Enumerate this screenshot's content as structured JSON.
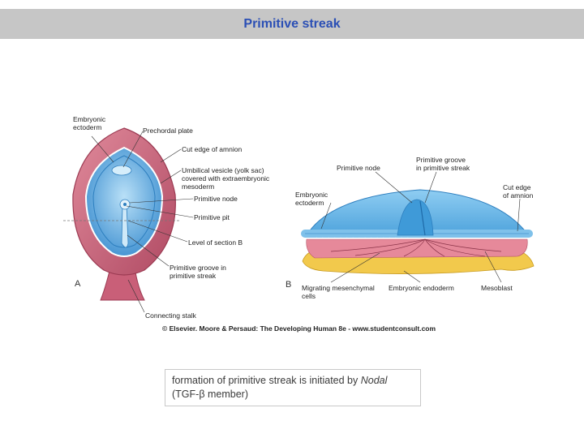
{
  "header": {
    "title": "Primitive streak"
  },
  "figure": {
    "panel_a": {
      "letter": "A",
      "labels": {
        "embryonic_ectoderm_1": "Embryonic",
        "embryonic_ectoderm_2": "ectoderm",
        "prechordal_plate": "Prechordal plate",
        "cut_edge_amnion": "Cut edge of amnion",
        "umbilical_1": "Umbilical vesicle (yolk sac)",
        "umbilical_2": "covered with extraembryonic",
        "umbilical_3": "mesoderm",
        "primitive_node": "Primitive node",
        "primitive_pit": "Primitive pit",
        "level_of_section": "Level of section B",
        "primitive_groove_1": "Primitive groove in",
        "primitive_groove_2": "primitive streak",
        "connecting_stalk": "Connecting stalk"
      }
    },
    "panel_b": {
      "letter": "B",
      "labels": {
        "primitive_node": "Primitive node",
        "primitive_groove_1": "Primitive groove",
        "primitive_groove_2": "in primitive streak",
        "cut_edge_1": "Cut edge",
        "cut_edge_2": "of amnion",
        "embryonic_ectoderm_1": "Embryonic",
        "embryonic_ectoderm_2": "ectoderm",
        "migrating_1": "Migrating mesenchymal",
        "migrating_2": "cells",
        "embryonic_endoderm": "Embryonic endoderm",
        "mesoblast": "Mesoblast"
      }
    },
    "credit": "© Elsevier. Moore & Persaud: The Developing Human 8e - www.studentconsult.com"
  },
  "caption": {
    "text_before": "formation of primitive streak is initiated by ",
    "italic": "Nodal",
    "text_after": " (TGF-β member)"
  },
  "colors": {
    "title_bar": "#c6c6c6",
    "title_text": "#2b4fb5",
    "amnion_pink": "#c95f78",
    "disc_blue": "#5aa8dc",
    "yolk_yellow": "#f2c94c"
  }
}
